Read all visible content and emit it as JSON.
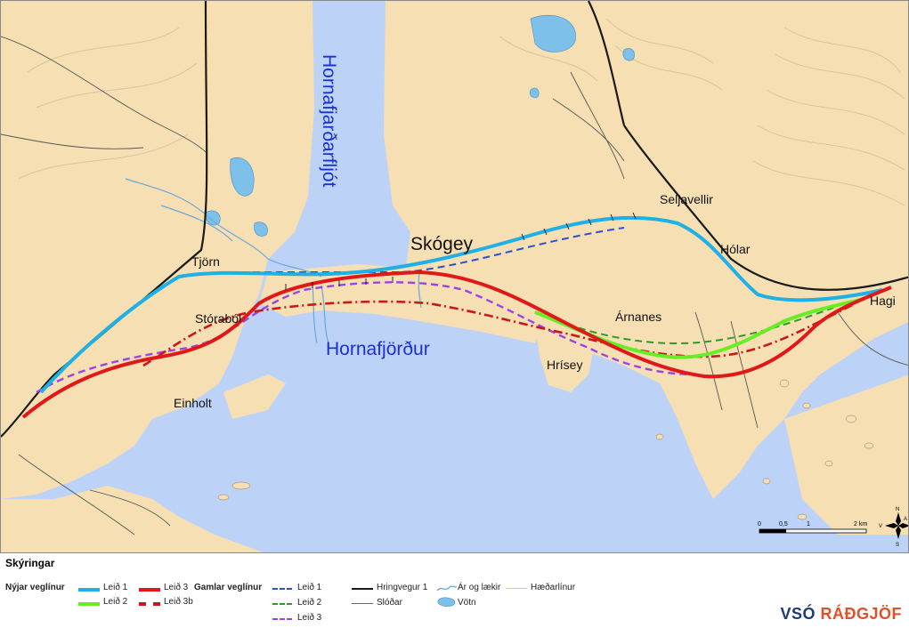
{
  "map": {
    "colors": {
      "land": "#f5dfb3",
      "water": "#bcd3f7",
      "lake": "#7dc0ea",
      "contour": "#d8c59c",
      "road_main": "#1a1a1a",
      "road_minor": "#555555",
      "route1": "#1fb0e6",
      "route2": "#66ee22",
      "route3": "#e11818",
      "route3b": "#c81818",
      "old_route1": "#2f4fcf",
      "old_route2": "#2f9a28",
      "old_route3": "#9b44e6",
      "label_water": "#1b2fd6"
    },
    "labels": {
      "fjord_vertical": "Hornafjarðarfljót",
      "fjord_main": "Hornafjörður",
      "skogey": "Skógey",
      "tjorn": "Tjörn",
      "storabol": "Stóraból",
      "einholt": "Einholt",
      "seljavellir": "Seljavellir",
      "holar": "Hólar",
      "hagi": "Hagi",
      "arnanes": "Árnanes",
      "hrisey": "Hrísey"
    },
    "scalebar": {
      "ticks": [
        "0",
        "0,5",
        "1",
        "2 km"
      ]
    },
    "north_arrow": {
      "letters": [
        "N",
        "S",
        "V",
        "A"
      ]
    }
  },
  "legend": {
    "title": "Skýringar",
    "new_roads_heading": "Nýjar veglínur",
    "old_roads_heading": "Gamlar veglínur",
    "new": {
      "leid1": "Leið 1",
      "leid2": "Leið 2",
      "leid3": "Leið 3",
      "leid3b": "Leið 3b"
    },
    "old": {
      "leid1": "Leið 1",
      "leid2": "Leið 2",
      "leid3": "Leið 3"
    },
    "other": {
      "ring_road": "Hringvegur 1",
      "tracks": "Slóðar",
      "rivers": "Ár og lækir",
      "lakes": "Vötn",
      "contours": "Hæðarlínur"
    },
    "brand_part1": "VSÓ",
    "brand_part2": "RÁÐGJÖF"
  }
}
